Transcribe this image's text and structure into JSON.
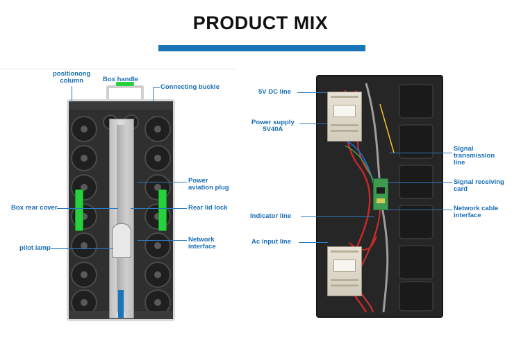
{
  "title": "PRODUCT MIX",
  "left_labels": {
    "positioning_column": "positionong\ncolumn",
    "box_handle": "Box handle",
    "connecting_buckle": "Connecting buckle",
    "power_aviation_plug": "Power\naviation plug",
    "box_rear_cover": "Box rear cover",
    "rear_lid_lock": "Rear lid lock",
    "network_interface": "Network\ninterface",
    "pilot_lamp": "pilot lamp"
  },
  "right_labels": {
    "dc_line": "5V DC line",
    "power_supply": "Power supply\n5V40A",
    "signal_transmission_line": "Signal\ntransmission\nline",
    "signal_receiving_card": "Signal receiving\ncard",
    "network_cable_interface": "Network cable\ninterface",
    "indicator_line": "Indicator line",
    "ac_input_line": "Ac input line"
  },
  "colors": {
    "accent": "#1a74b8",
    "label": "#1a6eb5",
    "green": "#27d13c"
  }
}
